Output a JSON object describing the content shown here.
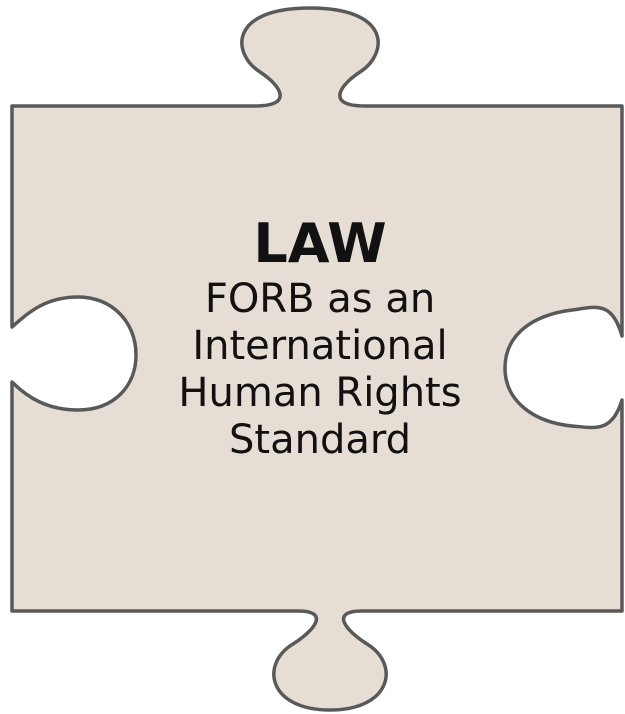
{
  "piece": {
    "fill": "#e6ddd4",
    "stroke": "#595959"
  },
  "text": {
    "heading": "LAW",
    "lines": [
      "FORB as an",
      "International",
      "Human Rights",
      "Standard"
    ]
  }
}
